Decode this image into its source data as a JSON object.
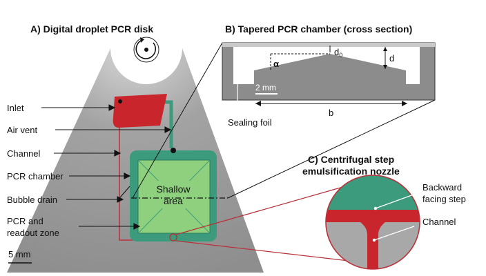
{
  "panel_a": {
    "title": "A) Digital droplet PCR disk",
    "labels": {
      "inlet": "Inlet",
      "air_vent": "Air vent",
      "channel": "Channel",
      "pcr_chamber": "PCR chamber",
      "bubble_drain": "Bubble drain",
      "pcr_readout_1": "PCR and",
      "pcr_readout_2": "readout zone"
    },
    "shallow_area_1": "Shallow",
    "shallow_area_2": "area",
    "scale_bar": "5 mm"
  },
  "panel_b": {
    "title": "B) Tapered PCR chamber (cross section)",
    "alpha": "α",
    "d0": "d",
    "d0_sub": "0",
    "d": "d",
    "scale_bar": "2 mm",
    "b": "b",
    "sealing_foil": "Sealing foil"
  },
  "panel_c": {
    "title_1": "C) Centrifugal step",
    "title_2": "emulsification nozzle",
    "backward_1": "Backward",
    "backward_2": "facing step",
    "channel": "Channel"
  },
  "colors": {
    "disk_gray": "#9a9a9a",
    "inlet_red": "#c8262c",
    "chamber_teal": "#3d9b7d",
    "readout_green": "#8ed07e",
    "cross_section_gray": "#8c8c8c"
  }
}
